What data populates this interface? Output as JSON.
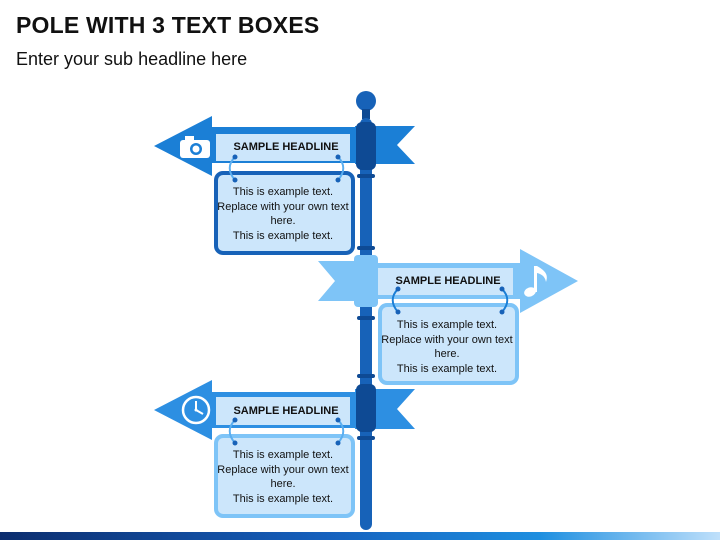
{
  "header": {
    "title": "POLE WITH 3 TEXT BOXES",
    "subtitle": "Enter your sub headline here"
  },
  "signs": [
    {
      "headline": "SAMPLE HEADLINE",
      "body": "This is example text.\nReplace with your own text here.\nThis is example text.",
      "icon": "camera-icon",
      "direction": "left",
      "color": "#1b7fd6"
    },
    {
      "headline": "SAMPLE HEADLINE",
      "body": "This is example text.\nReplace with your own text here.\nThis is example text.",
      "icon": "music-note-icon",
      "direction": "right",
      "color": "#7ec4f7"
    },
    {
      "headline": "SAMPLE HEADLINE",
      "body": "This is example text.\nReplace with your own text here.\nThis is example text.",
      "icon": "clock-icon",
      "direction": "left",
      "color": "#2d8fe2"
    }
  ],
  "colors": {
    "pole": "#1762b8",
    "pole_band": "#0e4a94",
    "panel_fill": "#cce6fb",
    "box_border_dark": "#1762b8",
    "box_border_light": "#7ec4f7"
  }
}
